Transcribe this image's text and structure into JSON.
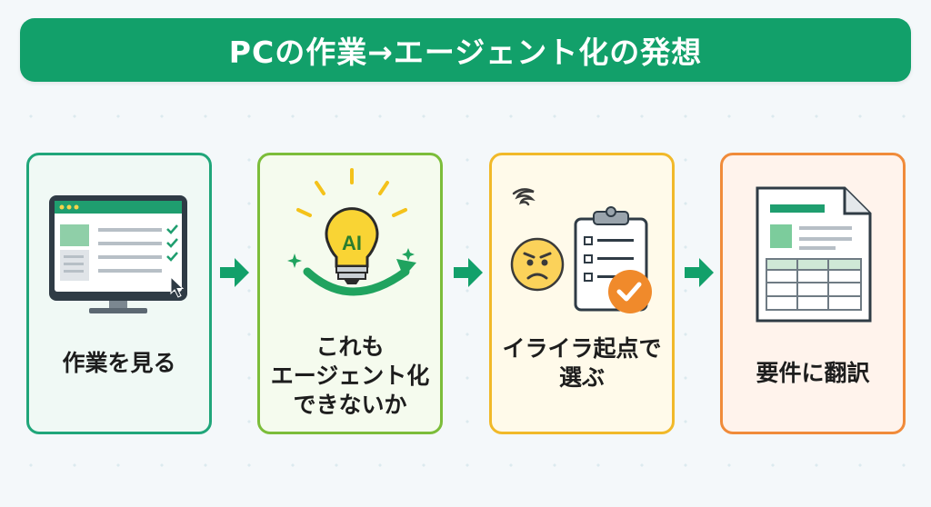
{
  "title": "PCの作業→エージェント化の発想",
  "steps": [
    {
      "label_lines": [
        "作業を見る"
      ],
      "icon": "monitor-checklist-icon",
      "color": "#20a67a"
    },
    {
      "label_lines": [
        "これも",
        "エージェント化",
        "できないか"
      ],
      "icon": "ai-lightbulb-icon",
      "icon_text": "AI",
      "color": "#7cbd3a"
    },
    {
      "label_lines": [
        "イライラ起点で",
        "選ぶ"
      ],
      "icon": "frustration-clipboard-icon",
      "color": "#f1b929"
    },
    {
      "label_lines": [
        "要件に翻訳"
      ],
      "icon": "requirements-document-icon",
      "color": "#f08b3a"
    }
  ],
  "arrow_color": "#12a06a"
}
